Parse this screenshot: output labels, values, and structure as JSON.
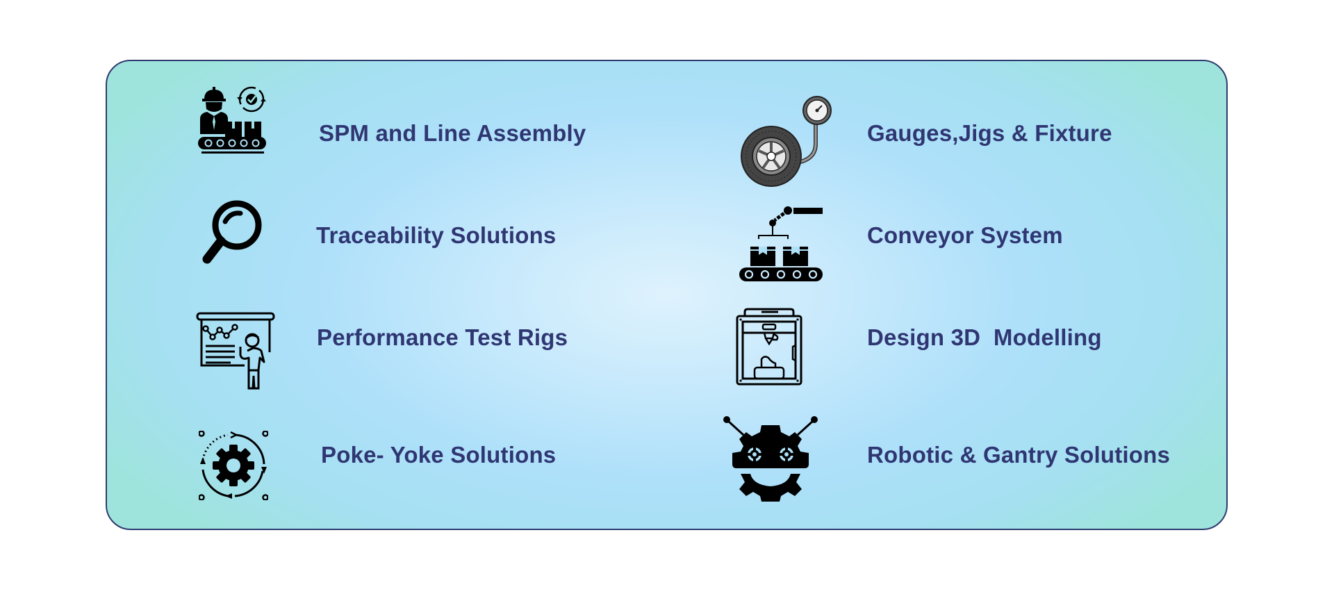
{
  "services": {
    "left": [
      {
        "label": "SPM and Line Assembly",
        "icon": "assembly-line-worker-icon"
      },
      {
        "label": "Traceability Solutions",
        "icon": "magnifying-glass-icon"
      },
      {
        "label": "Performance Test Rigs",
        "icon": "presentation-chart-icon"
      },
      {
        "label": "Poke- Yoke Solutions",
        "icon": "gear-cycle-icon"
      }
    ],
    "right": [
      {
        "label": "Gauges,Jigs & Fixture",
        "icon": "tire-pressure-gauge-icon"
      },
      {
        "label": "Conveyor System",
        "icon": "conveyor-robot-arm-icon"
      },
      {
        "label": "Design 3D  Modelling",
        "icon": "3d-printer-icon"
      },
      {
        "label": "Robotic & Gantry Solutions",
        "icon": "robot-gear-icon"
      }
    ]
  },
  "colors": {
    "text": "#2f3672",
    "border": "#2e3a6e",
    "icon": "#000000"
  }
}
